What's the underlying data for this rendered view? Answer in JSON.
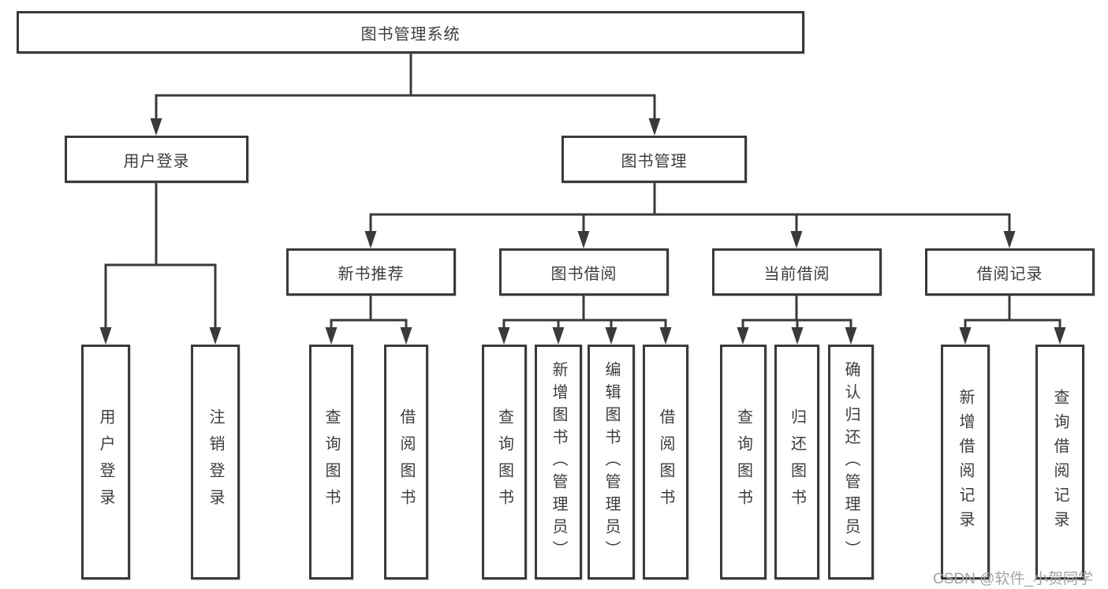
{
  "diagram": {
    "root": {
      "label": "图书管理系统"
    },
    "level2": [
      {
        "label": "用户登录"
      },
      {
        "label": "图书管理"
      }
    ],
    "level3": [
      {
        "label": "新书推荐"
      },
      {
        "label": "图书借阅"
      },
      {
        "label": "当前借阅"
      },
      {
        "label": "借阅记录"
      }
    ],
    "leaves": {
      "user_login": [
        {
          "label": "用户登录"
        },
        {
          "label": "注销登录"
        }
      ],
      "new_book": [
        {
          "label": "查询图书"
        },
        {
          "label": "借阅图书"
        }
      ],
      "book_borrow": [
        {
          "label": "查询图书"
        },
        {
          "label": "新增图书（管理员）"
        },
        {
          "label": "编辑图书（管理员）"
        },
        {
          "label": "借阅图书"
        }
      ],
      "current_borrow": [
        {
          "label": "查询图书"
        },
        {
          "label": "归还图书"
        },
        {
          "label": "确认归还（管理员）"
        }
      ],
      "borrow_records": [
        {
          "label": "新增借阅记录"
        },
        {
          "label": "查询借阅记录"
        }
      ]
    },
    "watermark": "CSDN @软件_小贺同学",
    "colors": {
      "line": "#3a3a3a",
      "text": "#3d3d3d",
      "watermark": "#a3a3a3",
      "background": "#ffffff"
    }
  }
}
